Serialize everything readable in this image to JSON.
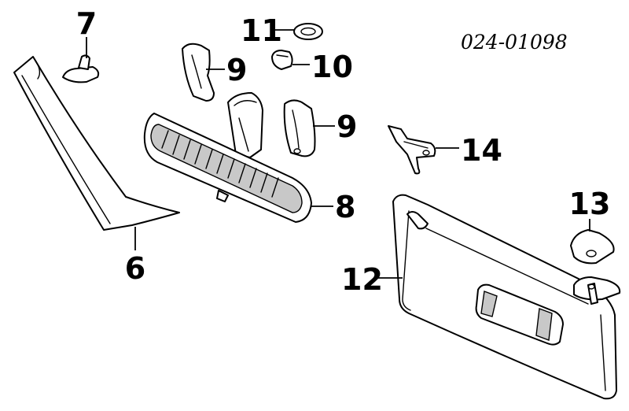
{
  "diagram_code": "024-01098",
  "callouts": {
    "c6": "6",
    "c7": "7",
    "c8": "8",
    "c9a": "9",
    "c9b": "9",
    "c10": "10",
    "c11": "11",
    "c12": "12",
    "c13": "13",
    "c14": "14"
  }
}
